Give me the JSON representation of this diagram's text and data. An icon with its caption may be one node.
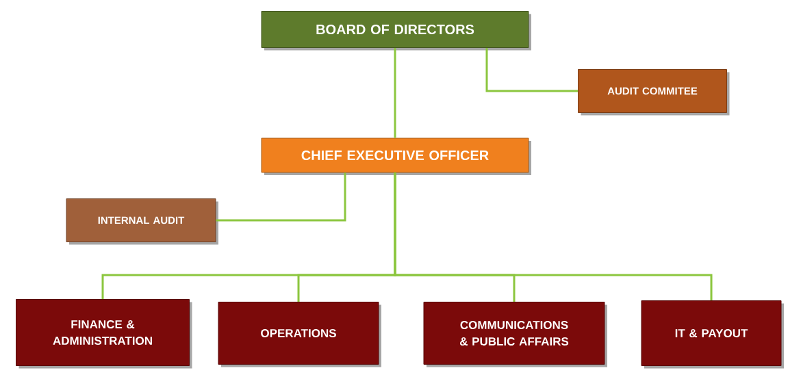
{
  "diagram": {
    "nodes": [
      {
        "text": [
          "BOARD OF DIRECTORS"
        ]
      },
      {
        "text": [
          "AUDIT COMMITEE"
        ]
      },
      {
        "text": [
          "CHIEF EXECUTIVE OFFICER"
        ]
      },
      {
        "text": [
          "INTERNAL AUDIT"
        ]
      },
      {
        "text": [
          "FINANCE & ADMINISTRATION"
        ]
      },
      {
        "text": [
          "OPERATIONS"
        ]
      },
      {
        "text": [
          "COMMUNICATIONS & PUBLIC AFFAIRS"
        ]
      },
      {
        "text": [
          "IT & PAYOUT"
        ]
      }
    ],
    "edges": [
      {
        "from": 0,
        "to": 2,
        "arrow": "none"
      },
      {
        "from": 0,
        "to": 1,
        "arrow": "none"
      },
      {
        "from": 2,
        "to": 3,
        "arrow": "none"
      },
      {
        "from": 2,
        "to": 4,
        "arrow": "none"
      },
      {
        "from": 2,
        "to": 5,
        "arrow": "none"
      },
      {
        "from": 2,
        "to": 6,
        "arrow": "none"
      },
      {
        "from": 2,
        "to": 7,
        "arrow": "none"
      }
    ]
  }
}
